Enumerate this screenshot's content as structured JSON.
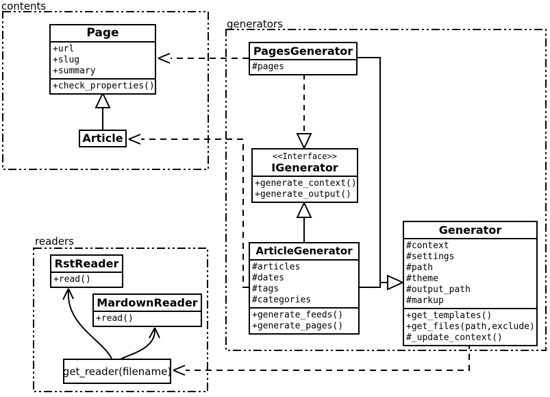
{
  "packages": {
    "contents": {
      "label": "contents"
    },
    "generators": {
      "label": "generators"
    },
    "readers": {
      "label": "readers"
    }
  },
  "classes": {
    "page": {
      "name": "Page",
      "attributes": [
        "+url",
        "+slug",
        "+summary"
      ],
      "methods": [
        "+check_properties()"
      ]
    },
    "article": {
      "name": "Article",
      "attributes": [],
      "methods": []
    },
    "pages_generator": {
      "name": "PagesGenerator",
      "attributes": [
        "#pages"
      ],
      "methods": []
    },
    "igenerator": {
      "stereotype": "<<Interface>>",
      "name": "IGenerator",
      "attributes": [],
      "methods": [
        "+generate_context()",
        "+generate_output()"
      ]
    },
    "article_generator": {
      "name": "ArticleGenerator",
      "attributes": [
        "#articles",
        "#dates",
        "#tags",
        "#categories"
      ],
      "methods": [
        "+generate_feeds()",
        "+generate_pages()"
      ]
    },
    "generator": {
      "name": "Generator",
      "attributes": [
        "#context",
        "#settings",
        "#path",
        "#theme",
        "#output_path",
        "#markup"
      ],
      "methods": [
        "+get_templates()",
        "+get_files(path,exclude)",
        "#_update_context()"
      ]
    },
    "rst_reader": {
      "name": "RstReader",
      "attributes": [],
      "methods": [
        "+read()"
      ]
    },
    "mardown_reader": {
      "name": "MardownReader",
      "attributes": [],
      "methods": [
        "+read()"
      ]
    },
    "get_reader": {
      "label": "get_reader(filename)"
    }
  },
  "relationships": [
    {
      "from": "Article",
      "to": "Page",
      "type": "generalization"
    },
    {
      "from": "PagesGenerator",
      "to": "IGenerator",
      "type": "realization"
    },
    {
      "from": "ArticleGenerator",
      "to": "IGenerator",
      "type": "generalization"
    },
    {
      "from": "PagesGenerator",
      "to": "Generator",
      "type": "generalization"
    },
    {
      "from": "ArticleGenerator",
      "to": "Generator",
      "type": "generalization"
    },
    {
      "from": "PagesGenerator",
      "to": "Page",
      "type": "dependency"
    },
    {
      "from": "ArticleGenerator",
      "to": "Article",
      "type": "dependency"
    },
    {
      "from": "Generator",
      "to": "get_reader(filename)",
      "type": "dependency"
    },
    {
      "from": "get_reader(filename)",
      "to": "RstReader",
      "type": "arrow"
    },
    {
      "from": "get_reader(filename)",
      "to": "MardownReader",
      "type": "arrow"
    }
  ],
  "colors": {
    "line": "#000000",
    "background": "#ffffff",
    "box_fill": "#ffffff",
    "text": "#000000"
  }
}
